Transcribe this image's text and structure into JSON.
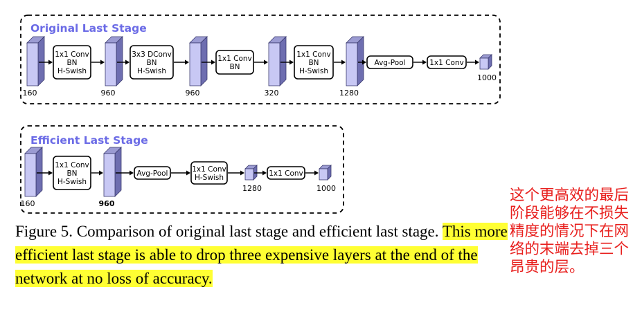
{
  "panels": [
    {
      "id": "original",
      "title": "Original Last Stage",
      "layers": [
        {
          "kind": "tensor",
          "label": "160",
          "bold": false
        },
        {
          "kind": "op",
          "lines": [
            "1x1 Conv",
            "BN",
            "H-Swish"
          ]
        },
        {
          "kind": "tensor",
          "label": "960",
          "bold": false
        },
        {
          "kind": "op",
          "lines": [
            "3x3 DConv",
            "BN",
            "H-Swish"
          ]
        },
        {
          "kind": "tensor",
          "label": "960",
          "bold": false
        },
        {
          "kind": "op",
          "lines": [
            "1x1 Conv",
            "BN"
          ]
        },
        {
          "kind": "tensor",
          "label": "320",
          "bold": false
        },
        {
          "kind": "op",
          "lines": [
            "1x1 Conv",
            "BN",
            "H-Swish"
          ]
        },
        {
          "kind": "tensor",
          "label": "1280",
          "bold": false
        },
        {
          "kind": "op",
          "lines": [
            "Avg-Pool"
          ]
        },
        {
          "kind": "op",
          "lines": [
            "1x1 Conv"
          ]
        },
        {
          "kind": "vector",
          "label": "1000",
          "bold": false
        }
      ]
    },
    {
      "id": "efficient",
      "title": "Efficient Last Stage",
      "layers": [
        {
          "kind": "tensor",
          "label": "160",
          "bold": false
        },
        {
          "kind": "op",
          "lines": [
            "1x1 Conv",
            "BN",
            "H-Swish"
          ]
        },
        {
          "kind": "tensor",
          "label": "960",
          "bold": true
        },
        {
          "kind": "op",
          "lines": [
            "Avg-Pool"
          ]
        },
        {
          "kind": "op",
          "lines": [
            "1x1 Conv",
            "H-Swish"
          ]
        },
        {
          "kind": "vector",
          "label": "1280",
          "bold": false
        },
        {
          "kind": "op",
          "lines": [
            "1x1 Conv"
          ]
        },
        {
          "kind": "vector",
          "label": "1000",
          "bold": false
        }
      ]
    }
  ],
  "caption": {
    "line1": "Figure 5. Comparison of original last stage and efficient last stage.",
    "highlighted": "This more efficient last stage is able to drop three expensive layers at the end of the network at no loss of accuracy."
  },
  "annotation": "这个更高效的最后阶段能够在不损失精度的情况下在网络的末端去掉三个昂贵的层。",
  "colors": {
    "title": "#6b6be6",
    "cube_front": "#c8c8f4",
    "cube_top": "#9b9bd2",
    "cube_side": "#6e6eb0",
    "cube_stroke": "#3a3a6e",
    "highlight": "#ffff33",
    "annotation": "#e8201e"
  }
}
